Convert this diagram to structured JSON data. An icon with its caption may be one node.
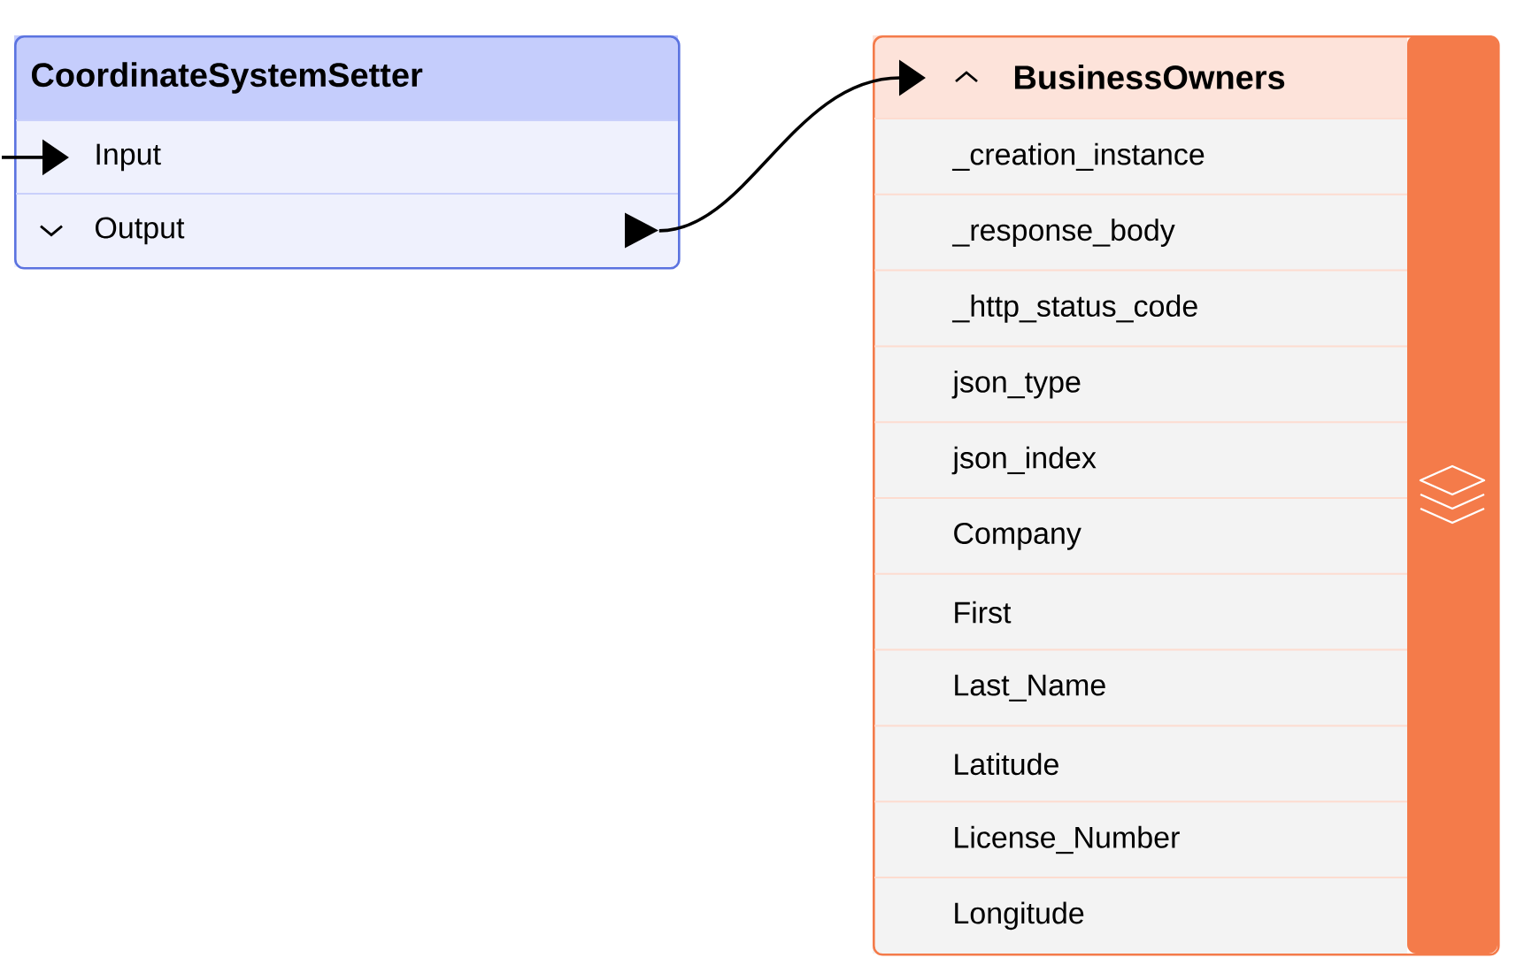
{
  "diagram": {
    "nodes": [
      {
        "text": [
          "CoordinateSystemSetter"
        ]
      },
      {
        "text": [
          "Input"
        ],
        "in": 0
      },
      {
        "text": [
          "Output"
        ],
        "in": 0
      },
      {
        "text": [
          "BusinessOwners"
        ]
      },
      {
        "text": [
          "_creation_instance"
        ],
        "in": 3
      },
      {
        "text": [
          "_response_body"
        ],
        "in": 3
      },
      {
        "text": [
          "_http_status_code"
        ],
        "in": 3
      },
      {
        "text": [
          "json_type"
        ],
        "in": 3
      },
      {
        "text": [
          "json_index"
        ],
        "in": 3
      },
      {
        "text": [
          "Company"
        ],
        "in": 3
      },
      {
        "text": [
          "First"
        ],
        "in": 3
      },
      {
        "text": [
          "Last_Name"
        ],
        "in": 3
      },
      {
        "text": [
          "Latitude"
        ],
        "in": 3
      },
      {
        "text": [
          "License_Number"
        ],
        "in": 3
      },
      {
        "text": [
          "Longitude"
        ],
        "in": 3
      }
    ],
    "edges": [
      {
        "from": null,
        "to": 1,
        "arrow": "to"
      },
      {
        "from": 2,
        "to": 3,
        "arrow": "to"
      }
    ]
  }
}
